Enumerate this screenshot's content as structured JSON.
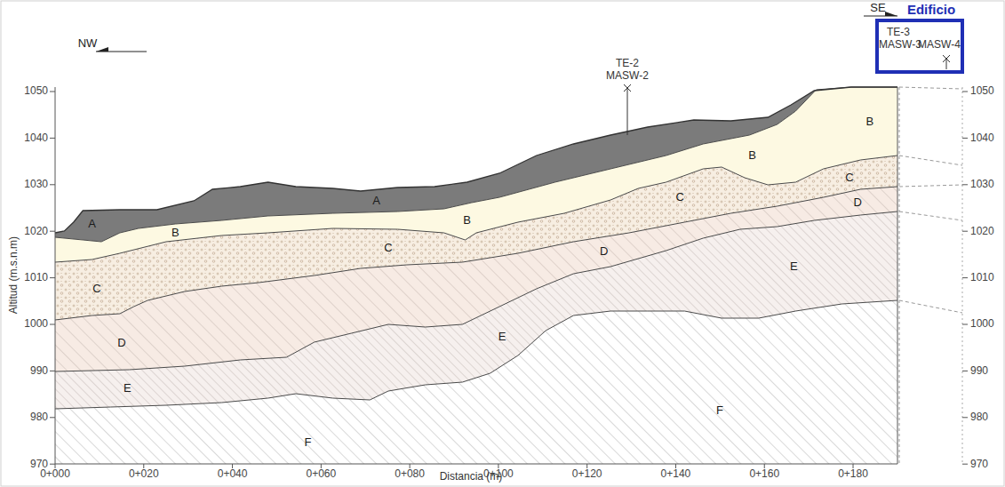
{
  "diagram": {
    "labels": [
      "NW",
      "SE",
      "Edificio",
      "TE-3",
      "MASW-3",
      "MASW-4",
      "TE-2",
      "MASW-2",
      "1050",
      "1040",
      "1030",
      "1020",
      "1010",
      "1000",
      "990",
      "980",
      "970",
      "1050",
      "1040",
      "1030",
      "1020",
      "1010",
      "1000",
      "990",
      "980",
      "970",
      "0+000",
      "0+020",
      "0+040",
      "0+060",
      "0+080",
      "0+100",
      "0+120",
      "0+140",
      "0+160",
      "0+180",
      "Altitud (m.s.n.m)",
      "Distancia (m)",
      "A",
      "A",
      "B",
      "B",
      "B",
      "B",
      "C",
      "C",
      "C",
      "C",
      "D",
      "D",
      "D",
      "E",
      "E",
      "E",
      "F",
      "F"
    ]
  }
}
